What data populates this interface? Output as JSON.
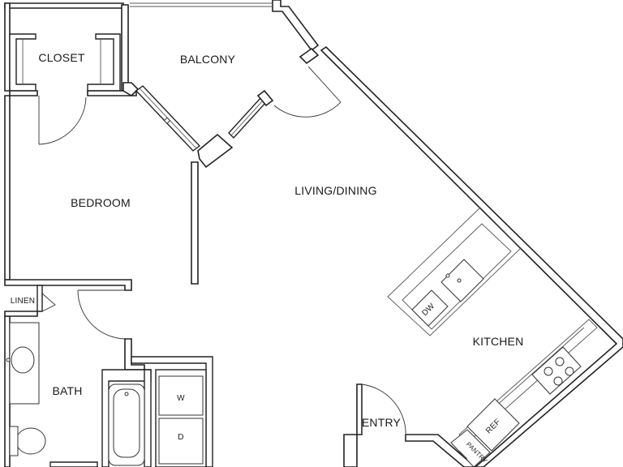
{
  "floorplan": {
    "rooms": {
      "closet": "CLOSET",
      "balcony": "BALCONY",
      "bedroom": "BEDROOM",
      "living_dining": "LIVING/DINING",
      "linen": "LINEN",
      "kitchen": "KITCHEN",
      "bath": "BATH",
      "entry": "ENTRY",
      "pantry": "PANTRY"
    },
    "fixtures": {
      "dishwasher": "DW",
      "washer": "W",
      "dryer": "D",
      "refrigerator": "REF"
    }
  }
}
